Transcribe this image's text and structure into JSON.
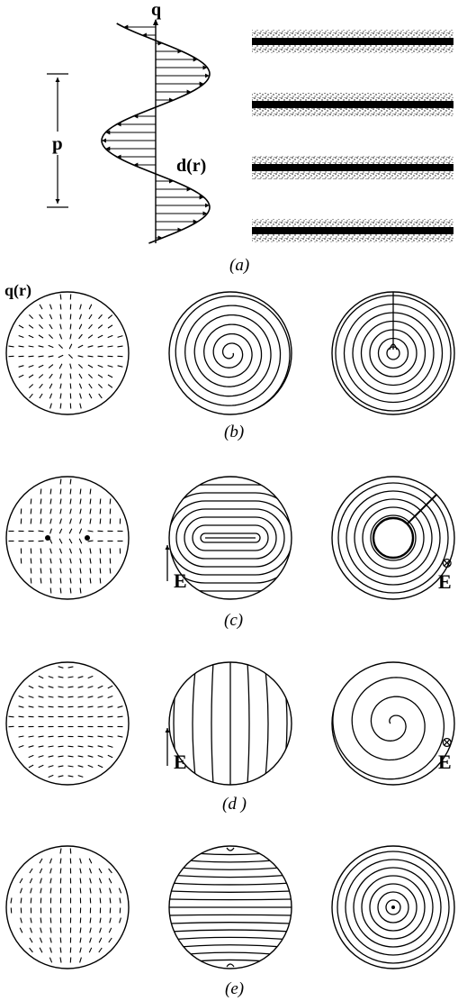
{
  "panel_a": {
    "q_label": "q",
    "d_label": "d(r)",
    "p_label": "p",
    "caption": "(a)"
  },
  "panel_b": {
    "q_label": "q(r)",
    "caption": "(b)"
  },
  "panel_c": {
    "E_label_left": "E",
    "E_label_right": "E",
    "otimes": "⊗",
    "caption": "(c)"
  },
  "panel_d": {
    "E_label_left": "E",
    "E_label_right": "E",
    "otimes": "⊗",
    "caption": "(d )"
  },
  "panel_e": {
    "caption": "(e)"
  }
}
